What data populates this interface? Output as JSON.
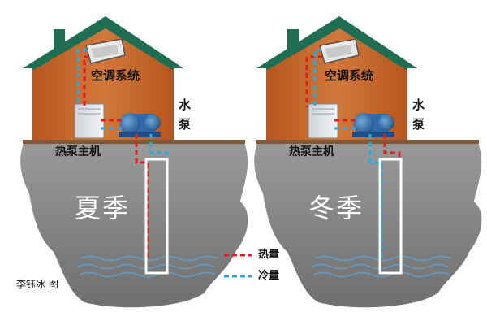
{
  "houses": [
    {
      "ac_label": "空调系统",
      "pump_label": [
        "水",
        "泵"
      ],
      "unit_label": "热泵主机",
      "season": "夏季"
    },
    {
      "ac_label": "空调系统",
      "pump_label": [
        "水",
        "泵"
      ],
      "unit_label": "热泵主机",
      "season": "冬季"
    }
  ],
  "legend": {
    "items": [
      {
        "label": "热量",
        "color": "#e02020"
      },
      {
        "label": "冷量",
        "color": "#2aa8e0"
      }
    ]
  },
  "credit": "李钰冰  图",
  "colors": {
    "roof": "#1f6e54",
    "wall": "#c96a2c",
    "ground": "#8f8f8f",
    "hot_pipe": "#e02020",
    "cold_pipe": "#2aa8e0"
  }
}
